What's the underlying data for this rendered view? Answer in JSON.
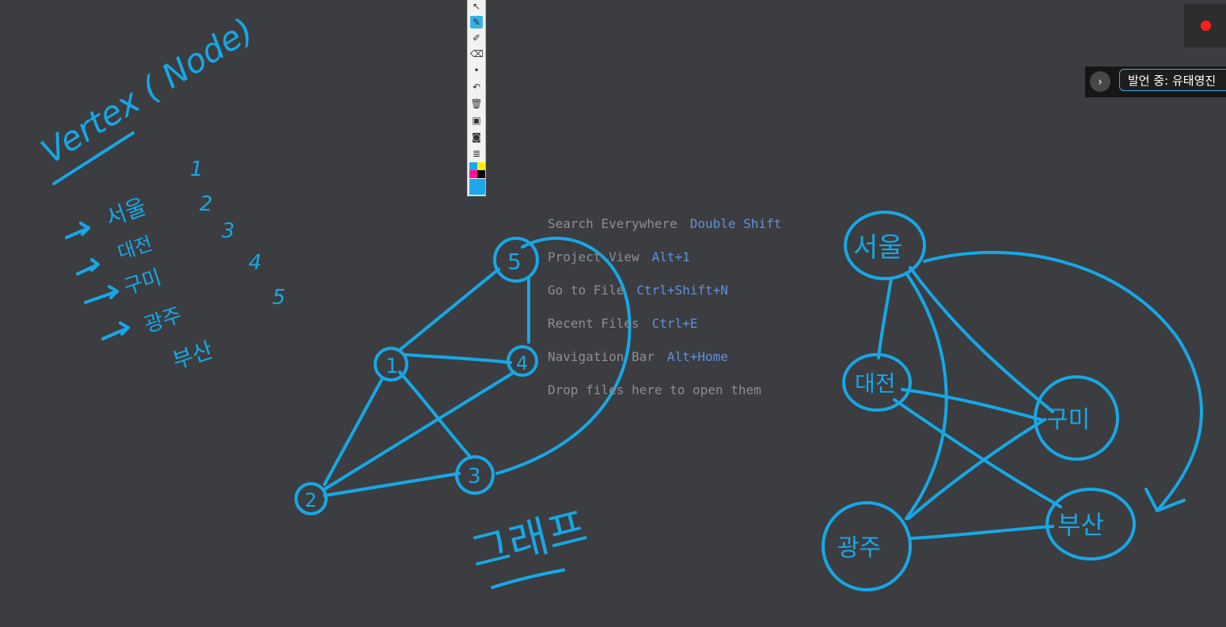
{
  "editor": {
    "hints": [
      {
        "label": "Search Everywhere",
        "shortcut": "Double Shift"
      },
      {
        "label": "Project View",
        "shortcut": "Alt+1"
      },
      {
        "label": "Go to File",
        "shortcut": "Ctrl+Shift+N"
      },
      {
        "label": "Recent Files",
        "shortcut": "Ctrl+E"
      },
      {
        "label": "Navigation Bar",
        "shortcut": "Alt+Home"
      },
      {
        "label": "Drop files here to open them",
        "shortcut": ""
      }
    ]
  },
  "annotation": {
    "ink_color": "#16a8e6",
    "title": "Vertex ( Node)",
    "city_list": [
      "서울",
      "대전",
      "구미",
      "광주",
      "부산"
    ],
    "numbers": [
      "1",
      "2",
      "3",
      "4",
      "5"
    ],
    "graph_left_nodes": [
      "5",
      "1",
      "4",
      "2",
      "3"
    ],
    "graph_caption": "그래프",
    "graph_right_nodes": [
      "서울",
      "대전",
      "구미",
      "광주",
      "부산"
    ]
  },
  "pen_toolbar": {
    "tools": [
      {
        "icon": "select-arrow-icon",
        "glyph": "↖"
      },
      {
        "icon": "pen-icon",
        "glyph": "✎"
      },
      {
        "icon": "marker-icon",
        "glyph": "✐"
      },
      {
        "icon": "eraser-icon",
        "glyph": "⌫"
      },
      {
        "icon": "dot-size-icon",
        "glyph": "•"
      },
      {
        "icon": "undo-icon",
        "glyph": "↶"
      },
      {
        "icon": "trash-icon",
        "glyph": "🗑"
      },
      {
        "icon": "screen-icon",
        "glyph": "▣"
      },
      {
        "icon": "camera-icon",
        "glyph": "◙"
      },
      {
        "icon": "notepad-icon",
        "glyph": "≣"
      }
    ],
    "palette": [
      "#1ea7e8",
      "#ffee00",
      "#ff1493",
      "#000000"
    ],
    "current_color": "#1ea7e8"
  },
  "recording": {
    "indicator_color": "#ff1e1e"
  },
  "speaker": {
    "toggle_glyph": "›",
    "label": "발언 중: 유태영진"
  }
}
